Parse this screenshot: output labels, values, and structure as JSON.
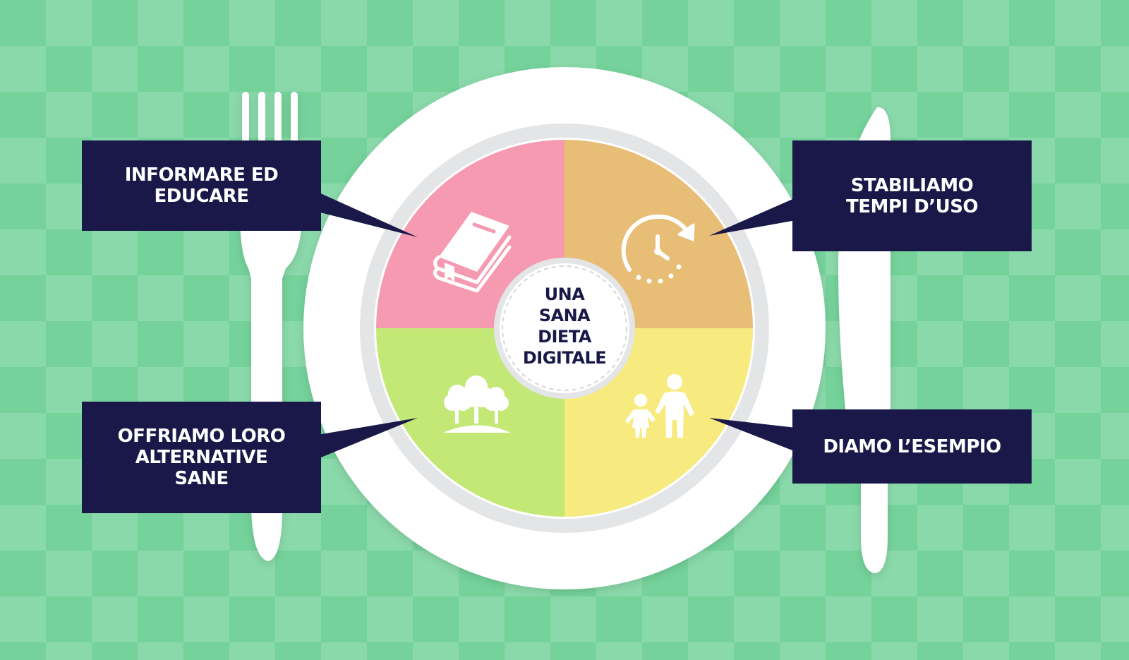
{
  "center": {
    "lines": [
      "UNA",
      "SANA",
      "DIETA",
      "DIGITALE"
    ]
  },
  "quadrants": [
    {
      "position": "top-left",
      "color": "#f69ab1",
      "icon": "book-icon",
      "lines": [
        "INFORMARE ED",
        "EDUCARE"
      ]
    },
    {
      "position": "top-right",
      "color": "#e8bd75",
      "icon": "clock-timer-icon",
      "lines": [
        "STABILIAMO",
        "TEMPI D’USO"
      ]
    },
    {
      "position": "bottom-left",
      "color": "#c3e876",
      "icon": "trees-icon",
      "lines": [
        "OFFRIAMO LORO",
        "ALTERNATIVE",
        "SANE"
      ]
    },
    {
      "position": "bottom-right",
      "color": "#f7ea7e",
      "icon": "parent-child-icon",
      "lines": [
        "DIAMO L’ESEMPIO"
      ]
    }
  ],
  "colors": {
    "background": "#74d29a",
    "label_box": "#1a1848",
    "plate": "#ffffff",
    "plate_rim": "#e4e5e7"
  },
  "decorations": [
    "fork-icon",
    "knife-icon",
    "plate"
  ]
}
